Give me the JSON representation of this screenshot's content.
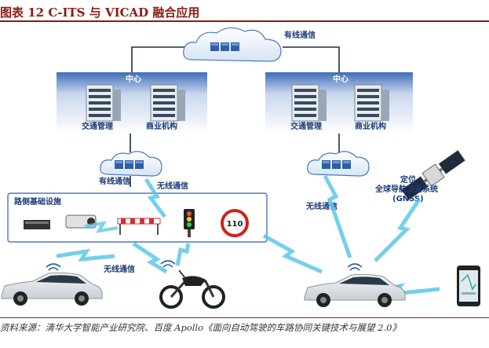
{
  "header": {
    "title": "图表 12   C-ITS 与 VICAD 融合应用"
  },
  "cloud_top": {
    "label": "有线通信"
  },
  "left_center": {
    "title": "中心",
    "building1": "交通管理",
    "building2": "商业机构"
  },
  "right_center": {
    "title": "中心",
    "building1": "交通管理",
    "building2": "商业机构"
  },
  "left_cloud": {
    "label": "有线通信"
  },
  "wireless_left": {
    "label": "无线通信"
  },
  "roadside": {
    "title": "路侧基础设施",
    "speed_sign": "110"
  },
  "wireless_right": {
    "label": "无线通信"
  },
  "satellite": {
    "line1": "定位",
    "line2": "全球导航卫星系统",
    "line3": "(GNSS)"
  },
  "car_link": {
    "label": "无线通信"
  },
  "footer": {
    "source": "资料来源：清华大学智能产业研究院、百度 Apollo《面向自动驾驶的车路协同关键技术与展望 2.0》"
  },
  "colors": {
    "title": "#8b1a14",
    "center_box": "#4a78c0",
    "text_blue": "#1c3a78",
    "signal": "#5ac8e8"
  }
}
